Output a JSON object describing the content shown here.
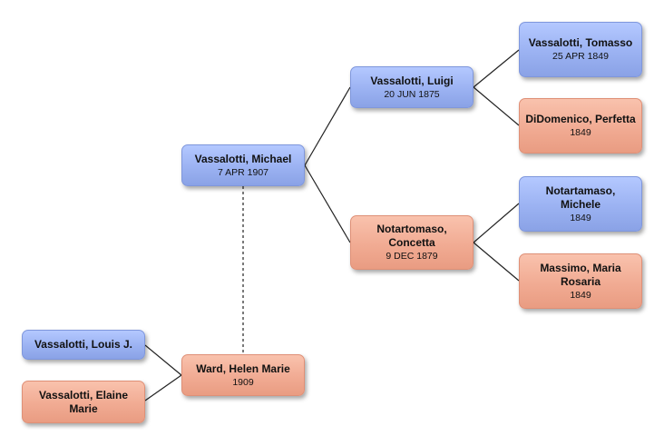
{
  "nodes": {
    "michael": {
      "name": "Vassalotti, Michael",
      "date": "7 APR 1907",
      "sex": "male"
    },
    "luigi": {
      "name": "Vassalotti, Luigi",
      "date": "20 JUN 1875",
      "sex": "male"
    },
    "concetta": {
      "name": "Notartomaso, Concetta",
      "date": "9 DEC 1879",
      "sex": "female"
    },
    "tomasso": {
      "name": "Vassalotti, Tomasso",
      "date": "25 APR 1849",
      "sex": "male"
    },
    "perfetta": {
      "name": "DiDomenico, Perfetta",
      "date": "1849",
      "sex": "female"
    },
    "michele": {
      "name": "Notartamaso, Michele",
      "date": "1849",
      "sex": "male"
    },
    "maria": {
      "name": "Massimo, Maria Rosaria",
      "date": "1849",
      "sex": "female"
    },
    "helen": {
      "name": "Ward, Helen Marie",
      "date": "1909",
      "sex": "female"
    },
    "louis": {
      "name": "Vassalotti, Louis J.",
      "date": "",
      "sex": "male"
    },
    "elaine": {
      "name": "Vassalotti, Elaine Marie",
      "date": "",
      "sex": "female"
    }
  },
  "colors": {
    "male": "#9bb2f2",
    "female": "#f1ab93",
    "line": "#222222"
  }
}
